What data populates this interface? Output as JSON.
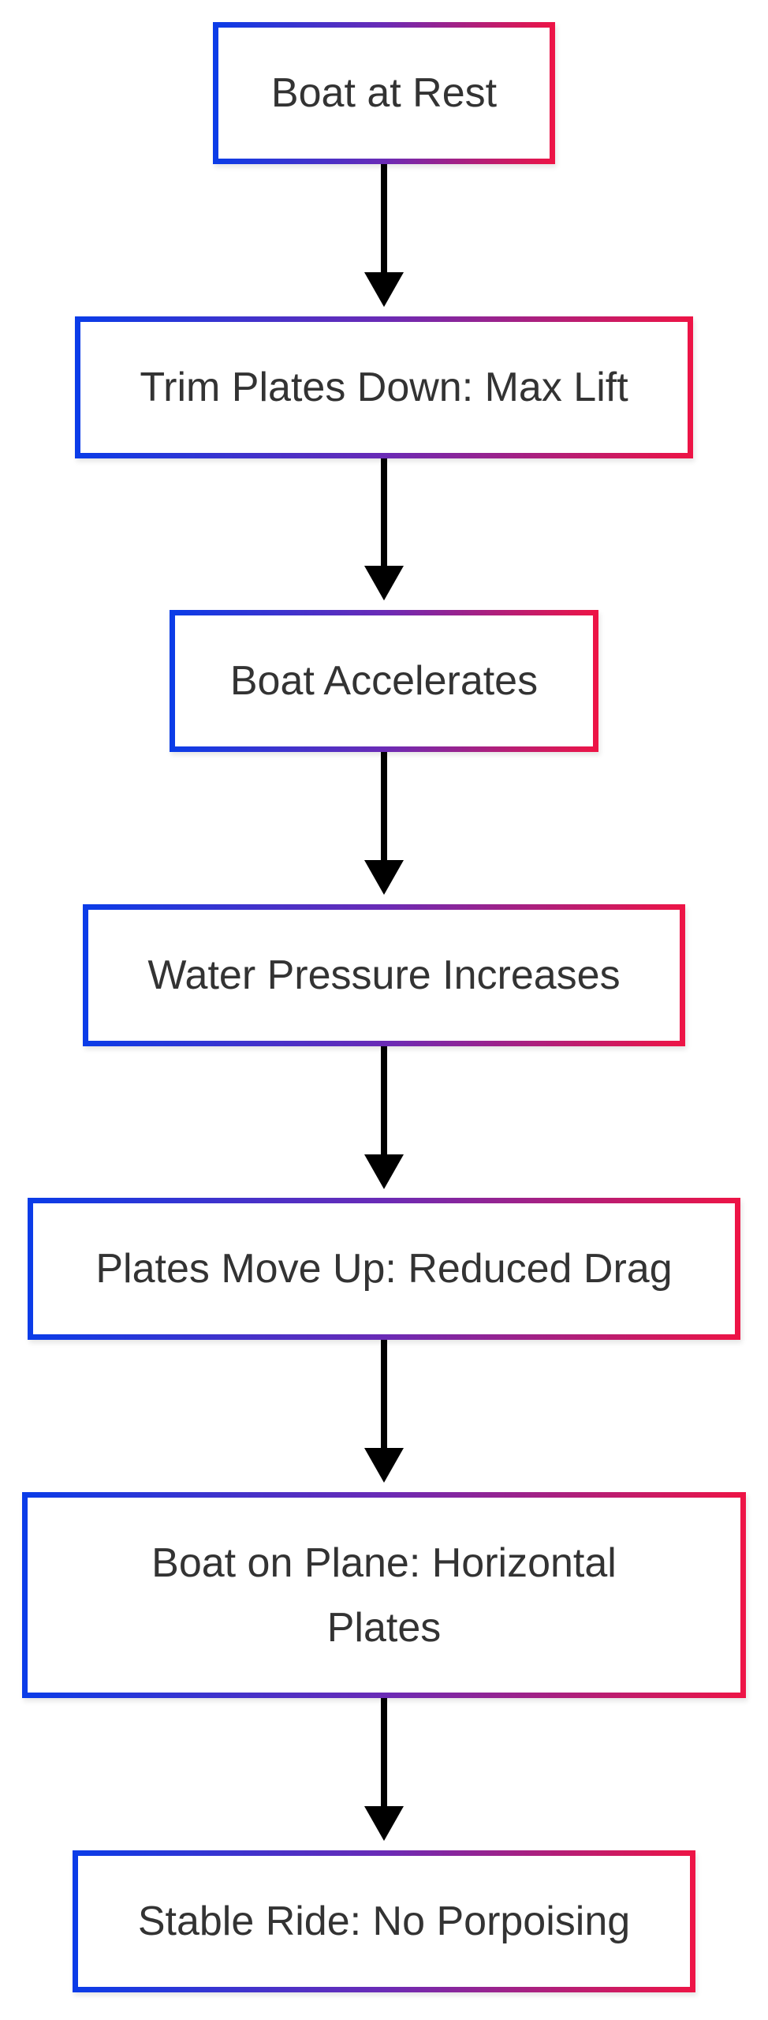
{
  "diagram": {
    "nodes": [
      {
        "id": "n1",
        "label": "Boat at Rest"
      },
      {
        "id": "n2",
        "label": "Trim Plates Down: Max Lift"
      },
      {
        "id": "n3",
        "label": "Boat Accelerates"
      },
      {
        "id": "n4",
        "label": "Water Pressure Increases"
      },
      {
        "id": "n5",
        "label": "Plates Move Up: Reduced Drag"
      },
      {
        "id": "n6",
        "label": "Boat on Plane: Horizontal Plates"
      },
      {
        "id": "n7",
        "label": "Stable Ride: No Porpoising"
      }
    ],
    "edges": [
      {
        "from": "n1",
        "to": "n2"
      },
      {
        "from": "n2",
        "to": "n3"
      },
      {
        "from": "n3",
        "to": "n4"
      },
      {
        "from": "n4",
        "to": "n5"
      },
      {
        "from": "n5",
        "to": "n6"
      },
      {
        "from": "n6",
        "to": "n7"
      }
    ],
    "colors": {
      "border_start": "#0a3ce8",
      "border_mid": "#6a2bb6",
      "border_end": "#ee1445",
      "text": "#333333",
      "arrow": "#000000"
    }
  }
}
